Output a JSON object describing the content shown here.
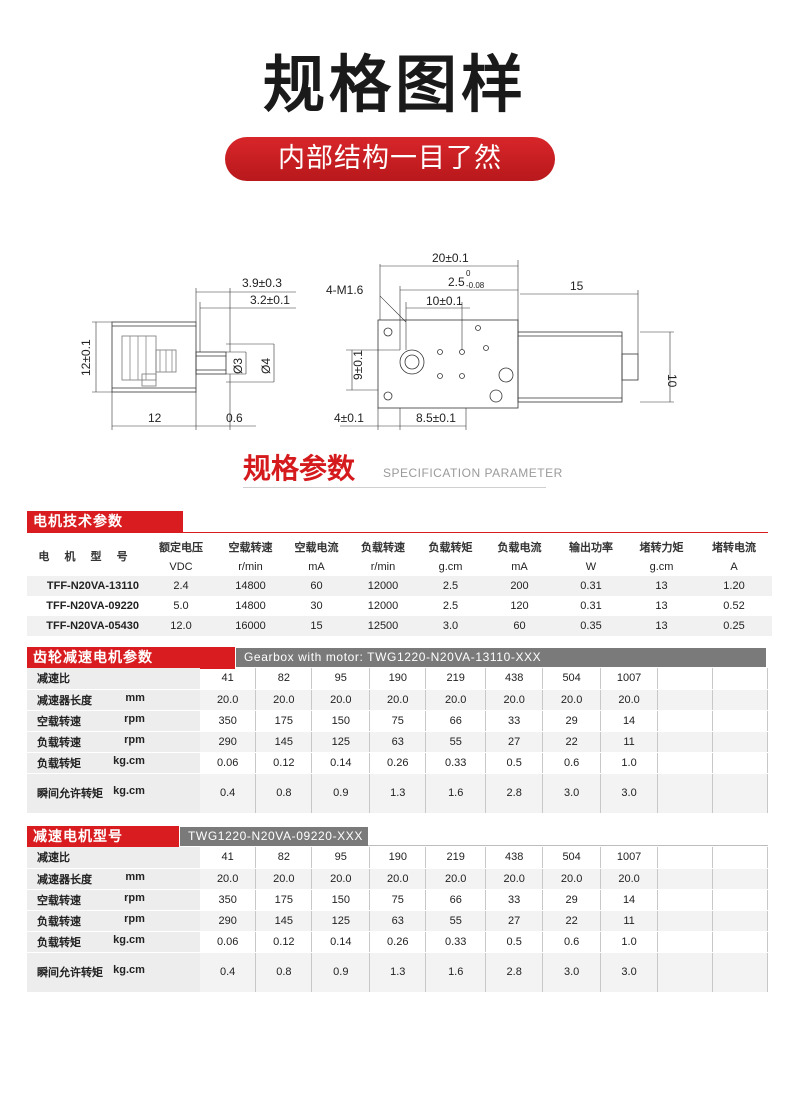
{
  "title": "规格图样",
  "subtitle_pill": "内部结构一目了然",
  "drawing": {
    "left_view": {
      "dims": [
        "3.9±0.3",
        "3.2±0.1",
        "12±0.1",
        "Ø3",
        "Ø4",
        "12",
        "0.6"
      ]
    },
    "right_view": {
      "dims": [
        "20±0.1",
        "2.5",
        "0",
        "-0.08",
        "4-M1.6",
        "10±0.1",
        "15",
        "9±0.1",
        "10",
        "4±0.1",
        "8.5±0.1"
      ]
    }
  },
  "spec_section": {
    "title": "规格参数",
    "subtitle": "SPECIFICATION PARAMETER"
  },
  "motor_table": {
    "header_label": "电机技术参数",
    "model_label": "电 机 型 号",
    "columns": [
      "额定电压",
      "空载转速",
      "空载电流",
      "负载转速",
      "负载转矩",
      "负载电流",
      "输出功率",
      "堵转力矩",
      "堵转电流"
    ],
    "units": [
      "VDC",
      "r/min",
      "mA",
      "r/min",
      "g.cm",
      "mA",
      "W",
      "g.cm",
      "A"
    ],
    "rows": [
      {
        "model": "TFF-N20VA-13110",
        "values": [
          "2.4",
          "14800",
          "60",
          "12000",
          "2.5",
          "200",
          "0.31",
          "13",
          "1.20"
        ]
      },
      {
        "model": "TFF-N20VA-09220",
        "values": [
          "5.0",
          "14800",
          "30",
          "12000",
          "2.5",
          "120",
          "0.31",
          "13",
          "0.52"
        ]
      },
      {
        "model": "TFF-N20VA-05430",
        "values": [
          "12.0",
          "16000",
          "15",
          "12500",
          "3.0",
          "60",
          "0.35",
          "13",
          "0.25"
        ]
      }
    ]
  },
  "gear_table_1": {
    "header_label": "齿轮减速电机参数",
    "gray_label": "Gearbox with motor: TWG1220-N20VA-13110-XXX",
    "rows": [
      {
        "label": "减速比",
        "unit": "",
        "values": [
          "41",
          "82",
          "95",
          "190",
          "219",
          "438",
          "504",
          "1007"
        ]
      },
      {
        "label": "减速器长度",
        "unit": "mm",
        "values": [
          "20.0",
          "20.0",
          "20.0",
          "20.0",
          "20.0",
          "20.0",
          "20.0",
          "20.0"
        ]
      },
      {
        "label": "空载转速",
        "unit": "rpm",
        "values": [
          "350",
          "175",
          "150",
          "75",
          "66",
          "33",
          "29",
          "14"
        ]
      },
      {
        "label": "负载转速",
        "unit": "rpm",
        "values": [
          "290",
          "145",
          "125",
          "63",
          "55",
          "27",
          "22",
          "11"
        ]
      },
      {
        "label": "负载转矩",
        "unit": "kg.cm",
        "values": [
          "0.06",
          "0.12",
          "0.14",
          "0.26",
          "0.33",
          "0.5",
          "0.6",
          "1.0"
        ]
      },
      {
        "label": "瞬间允许转矩",
        "unit": "kg.cm",
        "values": [
          "0.4",
          "0.8",
          "0.9",
          "1.3",
          "1.6",
          "2.8",
          "3.0",
          "3.0"
        ]
      }
    ]
  },
  "gear_table_2": {
    "header_label": "减速电机型号",
    "gray_label": "TWG1220-N20VA-09220-XXX",
    "rows": [
      {
        "label": "减速比",
        "unit": "",
        "values": [
          "41",
          "82",
          "95",
          "190",
          "219",
          "438",
          "504",
          "1007"
        ]
      },
      {
        "label": "减速器长度",
        "unit": "mm",
        "values": [
          "20.0",
          "20.0",
          "20.0",
          "20.0",
          "20.0",
          "20.0",
          "20.0",
          "20.0"
        ]
      },
      {
        "label": "空载转速",
        "unit": "rpm",
        "values": [
          "350",
          "175",
          "150",
          "75",
          "66",
          "33",
          "29",
          "14"
        ]
      },
      {
        "label": "负载转速",
        "unit": "rpm",
        "values": [
          "290",
          "145",
          "125",
          "63",
          "55",
          "27",
          "22",
          "11"
        ]
      },
      {
        "label": "负载转矩",
        "unit": "kg.cm",
        "values": [
          "0.06",
          "0.12",
          "0.14",
          "0.26",
          "0.33",
          "0.5",
          "0.6",
          "1.0"
        ]
      },
      {
        "label": "瞬间允许转矩",
        "unit": "kg.cm",
        "values": [
          "0.4",
          "0.8",
          "0.9",
          "1.3",
          "1.6",
          "2.8",
          "3.0",
          "3.0"
        ]
      }
    ]
  }
}
